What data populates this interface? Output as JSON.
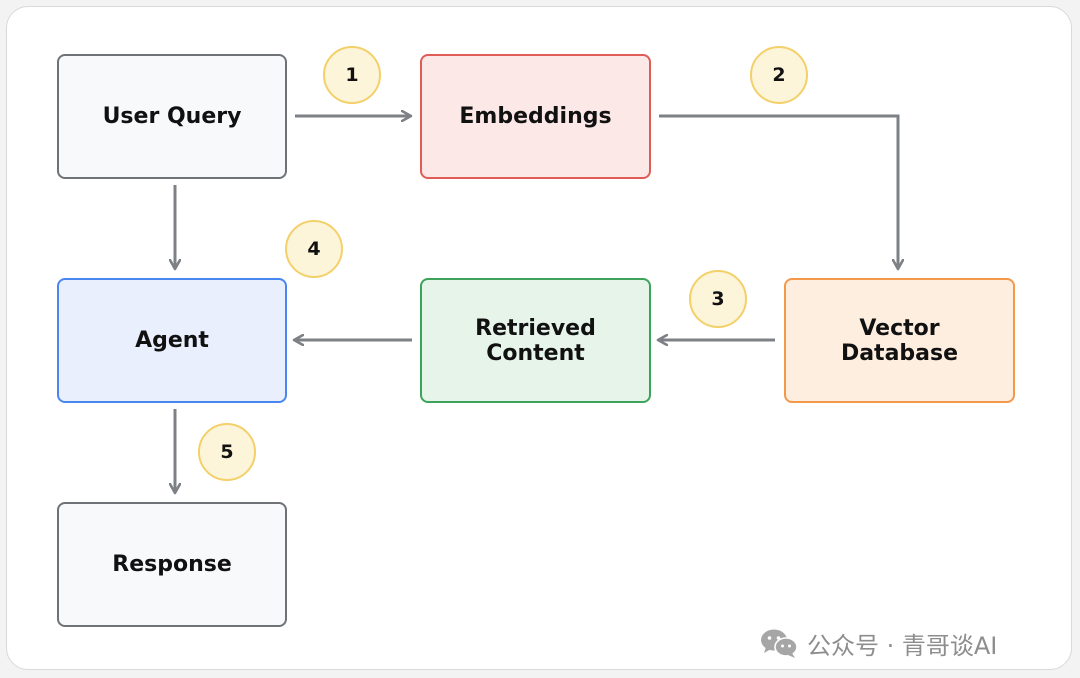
{
  "nodes": {
    "user_query": "User Query",
    "embeddings": "Embeddings",
    "agent": "Agent",
    "retrieved_content": "Retrieved\nContent",
    "vector_database": "Vector\nDatabase",
    "response": "Response"
  },
  "steps": [
    "1",
    "2",
    "3",
    "4",
    "5"
  ],
  "colors": {
    "neutral_border": "#6f7276",
    "embeddings_fill": "#fde8e8",
    "embeddings_border": "#df5c57",
    "agent_fill": "#e9effd",
    "agent_border": "#4a86ef",
    "retrieved_fill": "#e6f4ea",
    "retrieved_border": "#3ea35a",
    "vector_fill": "#fdeee0",
    "vector_border": "#f4984a",
    "badge_fill": "#fdf5d9",
    "badge_border": "#f3d069",
    "arrow": "#7d8186"
  },
  "watermark": {
    "text": "公众号 · 青哥谈AI",
    "icon": "wechat-logo-icon"
  }
}
